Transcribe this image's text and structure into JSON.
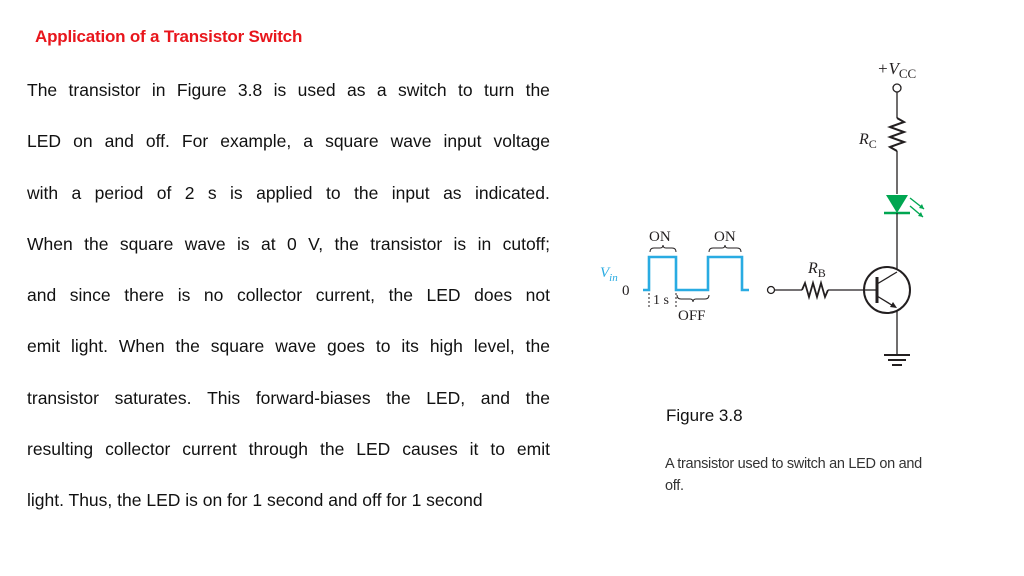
{
  "slide": {
    "title": "Application of a Transistor Switch",
    "title_color": "#e8161c",
    "paragraph_lines": [
      "The transistor in Figure 3.8 is used as a switch to turn the",
      "LED on and off. For example, a square wave input voltage",
      "with a period of 2 s is applied to the input as indicated.",
      "When the square wave is at 0 V, the transistor is in cutoff;",
      "and since there is no collector current, the LED does not",
      "emit light. When the square wave goes to its high level, the",
      "transistor saturates. This forward-biases the LED, and the",
      "resulting collector current through the LED causes it to emit",
      "light. Thus, the LED is on for 1 second and off for 1 second"
    ]
  },
  "figure": {
    "label": "Figure 3.8",
    "caption": "A transistor used to switch an LED on and off.",
    "circuit": {
      "vcc_label_prefix": "+V",
      "vcc_label_sub": "CC",
      "rc_label": "R",
      "rc_sub": "C",
      "rb_label": "R",
      "rb_sub": "B",
      "vin_label": "V",
      "vin_sub": "in",
      "zero_label": "0",
      "on_label_1": "ON",
      "on_label_2": "ON",
      "off_label": "OFF",
      "period_label": "1 s",
      "wave_color": "#29abe2",
      "led_color": "#00a651",
      "wire_color": "#231f20"
    }
  }
}
